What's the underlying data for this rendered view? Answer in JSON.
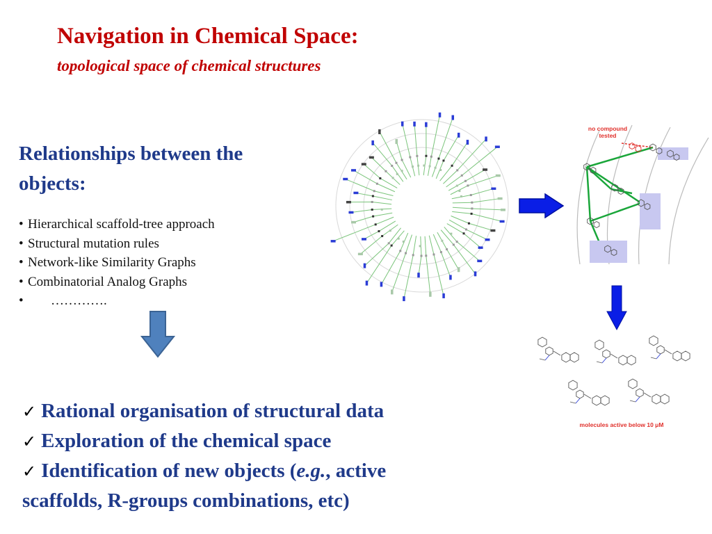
{
  "title": "Navigation in Chemical Space:",
  "subtitle": "topological space of chemical structures",
  "relationships": {
    "heading_line1": "Relationships between the",
    "heading_line2": "objects:",
    "items": [
      "Hierarchical scaffold-tree approach",
      "Structural mutation rules",
      "Network-like Similarity Graphs",
      "Combinatorial Analog Graphs",
      "…………."
    ]
  },
  "outcomes": {
    "line1": "Rational organisation of structural data",
    "line2": "Exploration of the chemical space",
    "line3_a": "Identification of new objects (",
    "line3_italic": "e.g.",
    "line3_b": ", active",
    "line4": "scaffolds,  R-groups combinations, etc)"
  },
  "network_figure": {
    "label_line1": "no compound",
    "label_line2": "tested"
  },
  "molecules_figure": {
    "caption": "molecules active below 10 μM"
  },
  "colors": {
    "title_red": "#c00000",
    "heading_blue": "#1f3a8a",
    "arrow_blue": "#0a1ee6",
    "arrow_steel": "#4f81bd",
    "tree_green": "#72c472",
    "tree_node_blue": "#2a3cd6",
    "network_green": "#1aa63a",
    "highlight_lavender": "#c8c8f0"
  },
  "icons": {
    "check": "checkmark-icon",
    "arrow_down": "arrow-down-icon",
    "arrow_right": "arrow-right-icon"
  }
}
